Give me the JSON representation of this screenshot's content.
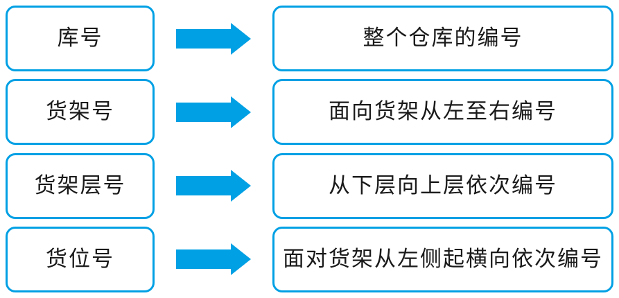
{
  "colors": {
    "accent": "#00a0e4",
    "text": "#1a1a1a",
    "background": "#ffffff"
  },
  "icons": {
    "arrow": "right-arrow-icon"
  },
  "rows": [
    {
      "label": "库号",
      "description": "整个仓库的编号"
    },
    {
      "label": "货架号",
      "description": "面向货架从左至右编号"
    },
    {
      "label": "货架层号",
      "description": "从下层向上层依次编号"
    },
    {
      "label": "货位号",
      "description": "面对货架从左侧起横向依次编号"
    }
  ]
}
